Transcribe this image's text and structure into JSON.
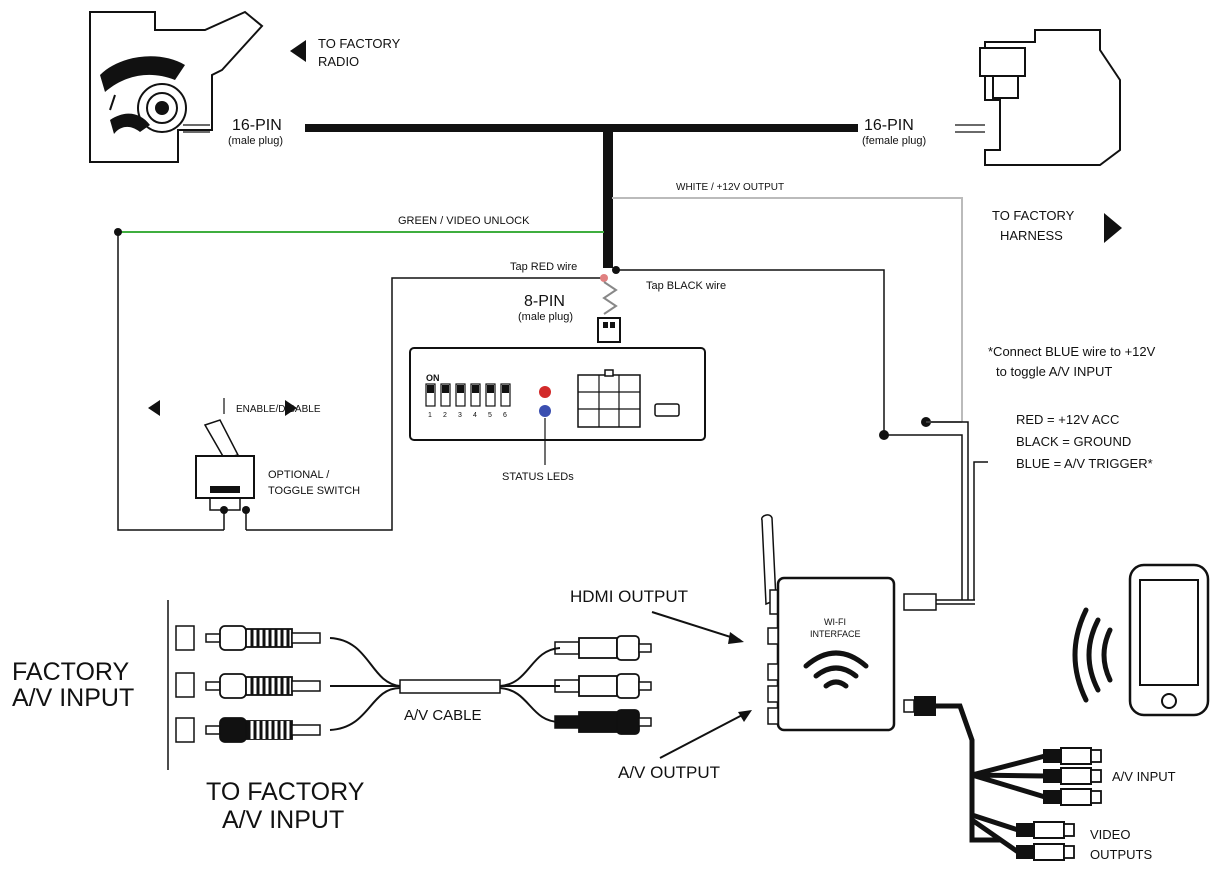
{
  "labels": {
    "to_factory_radio_1": "TO FACTORY",
    "to_factory_radio_2": "RADIO",
    "pin16_male": "16-PIN",
    "pin16_male_sub": "(male plug)",
    "pin16_female": "16-PIN",
    "pin16_female_sub": "(female plug)",
    "white_wire": "WHITE / +12V OUTPUT",
    "to_factory_harness_1": "TO FACTORY",
    "to_factory_harness_2": "HARNESS",
    "green_wire": "GREEN / VIDEO UNLOCK",
    "tap_red": "Tap RED wire",
    "tap_black": "Tap BLACK wire",
    "pin8": "8-PIN",
    "pin8_sub": "(male plug)",
    "dip_on": "ON",
    "dip_numbers": [
      "1",
      "2",
      "3",
      "4",
      "5",
      "6"
    ],
    "enable_disable": "ENABLE/DISABLE",
    "optional_1": "OPTIONAL /",
    "optional_2": "TOGGLE SWITCH",
    "status_leds": "STATUS LEDs",
    "blue_note_1": "*Connect BLUE wire to +12V",
    "blue_note_2": "to toggle A/V INPUT",
    "red_legend": "RED = +12V ACC",
    "black_legend": "BLACK = GROUND",
    "blue_legend": "BLUE = A/V TRIGGER*",
    "hdmi_output": "HDMI OUTPUT",
    "wifi_1": "WI-FI",
    "wifi_2": "INTERFACE",
    "factory_av_1": "FACTORY",
    "factory_av_2": "A/V INPUT",
    "av_cable": "A/V CABLE",
    "av_output": "A/V OUTPUT",
    "to_factory_av_1": "TO FACTORY",
    "to_factory_av_2": "A/V INPUT",
    "av_input": "A/V INPUT",
    "video_outputs_1": "VIDEO",
    "video_outputs_2": "OUTPUTS"
  },
  "colors": {
    "wire_main": "#111111",
    "wire_green": "#3fae3f",
    "wire_white": "#bbbbbb",
    "wire_red": "#e08080",
    "led_red": "#d22a2a",
    "led_blue": "#3b4fb0"
  }
}
